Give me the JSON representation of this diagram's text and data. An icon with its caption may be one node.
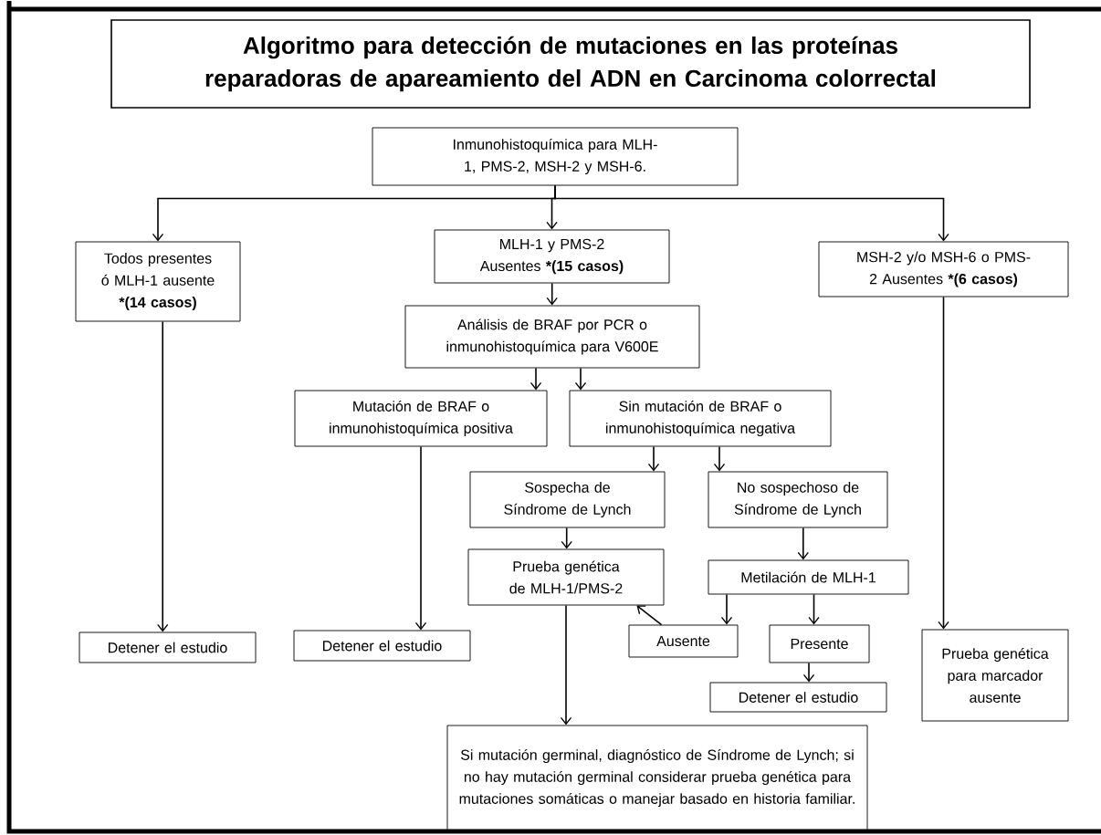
{
  "diagram": {
    "title": "Algoritmo para detección de mutaciones en las proteínas reparadoras de apareamiento del ADN en Carcinoma colorrectal",
    "nodes": [
      {
        "text": [
          "Inmunohistoquímica para MLH-1, PMS-2, MSH-2 y MSH-6."
        ]
      },
      {
        "text": [
          "Todos presentes ó MLH-1 ausente",
          "*(14 casos)"
        ]
      },
      {
        "text": [
          "MLH-1 y PMS-2 Ausentes",
          "*(15 casos)"
        ]
      },
      {
        "text": [
          "MSH-2 y/o MSH-6 o PMS-2 Ausentes",
          "*(6 casos)"
        ]
      },
      {
        "text": [
          "Análisis de BRAF por PCR o inmunohistoquímica para V600E"
        ]
      },
      {
        "text": [
          "Mutación de BRAF o inmunohistoquímica positiva"
        ]
      },
      {
        "text": [
          "Sin mutación de BRAF o inmunohistoquímica negativa"
        ]
      },
      {
        "text": [
          "Sospecha de Síndrome de Lynch"
        ]
      },
      {
        "text": [
          "No sospechoso de Síndrome de Lynch"
        ]
      },
      {
        "text": [
          "Prueba genética de MLH-1/PMS-2"
        ]
      },
      {
        "text": [
          "Metilación de MLH-1"
        ]
      },
      {
        "text": [
          "Ausente"
        ]
      },
      {
        "text": [
          "Presente"
        ]
      },
      {
        "text": [
          "Detener el estudio"
        ]
      },
      {
        "text": [
          "Detener el estudio"
        ]
      },
      {
        "text": [
          "Detener el estudio"
        ]
      },
      {
        "text": [
          "Prueba genética para marcador ausente"
        ]
      },
      {
        "text": [
          "Si mutación germinal, diagnóstico de Síndrome de Lynch; si no hay mutación germinal considerar prueba genética para mutaciones somáticas o manejar basado en historia familiar."
        ]
      }
    ],
    "edges": [
      {
        "from": 0,
        "to": 1,
        "arrow": "to"
      },
      {
        "from": 0,
        "to": 2,
        "arrow": "to"
      },
      {
        "from": 0,
        "to": 3,
        "arrow": "to"
      },
      {
        "from": 2,
        "to": 4,
        "arrow": "to"
      },
      {
        "from": 4,
        "to": 5,
        "arrow": "to"
      },
      {
        "from": 4,
        "to": 6,
        "arrow": "to"
      },
      {
        "from": 1,
        "to": 14,
        "arrow": "to"
      },
      {
        "from": 5,
        "to": 15,
        "arrow": "to"
      },
      {
        "from": 6,
        "to": 7,
        "arrow": "to"
      },
      {
        "from": 6,
        "to": 8,
        "arrow": "to"
      },
      {
        "from": 7,
        "to": 9,
        "arrow": "to"
      },
      {
        "from": 8,
        "to": 10,
        "arrow": "to"
      },
      {
        "from": 10,
        "to": 11,
        "arrow": "to"
      },
      {
        "from": 10,
        "to": 12,
        "arrow": "to"
      },
      {
        "from": 11,
        "to": 9,
        "arrow": "to"
      },
      {
        "from": 12,
        "to": 13,
        "arrow": "to"
      },
      {
        "from": 9,
        "to": 17,
        "arrow": "to"
      },
      {
        "from": 3,
        "to": 16,
        "arrow": "to"
      }
    ]
  }
}
